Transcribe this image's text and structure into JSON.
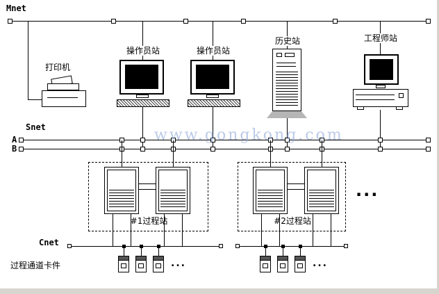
{
  "diagram": {
    "mnet_label": "Mnet",
    "snet_label": "Snet",
    "bus_a_label": "A",
    "bus_b_label": "B",
    "cnet_label": "Cnet",
    "printer_label": "打印机",
    "operator_station_1_label": "操作员站",
    "operator_station_2_label": "操作员站",
    "history_station_label": "历史站",
    "engineer_station_label": "工程师站",
    "process_station_1_label": "#1过程站",
    "process_station_2_label": "#2过程站",
    "process_channel_cards_label": "过程通道卡件",
    "more_process_stations_ellipsis": "...",
    "more_cards_ellipsis_1": "...",
    "more_cards_ellipsis_2": "...",
    "watermark_text": "www.gongkong.com"
  },
  "colors": {
    "line": "#000000",
    "background": "#ffffff",
    "watermark": "#8fa8d8",
    "window_edge": "#d8d5ce"
  }
}
